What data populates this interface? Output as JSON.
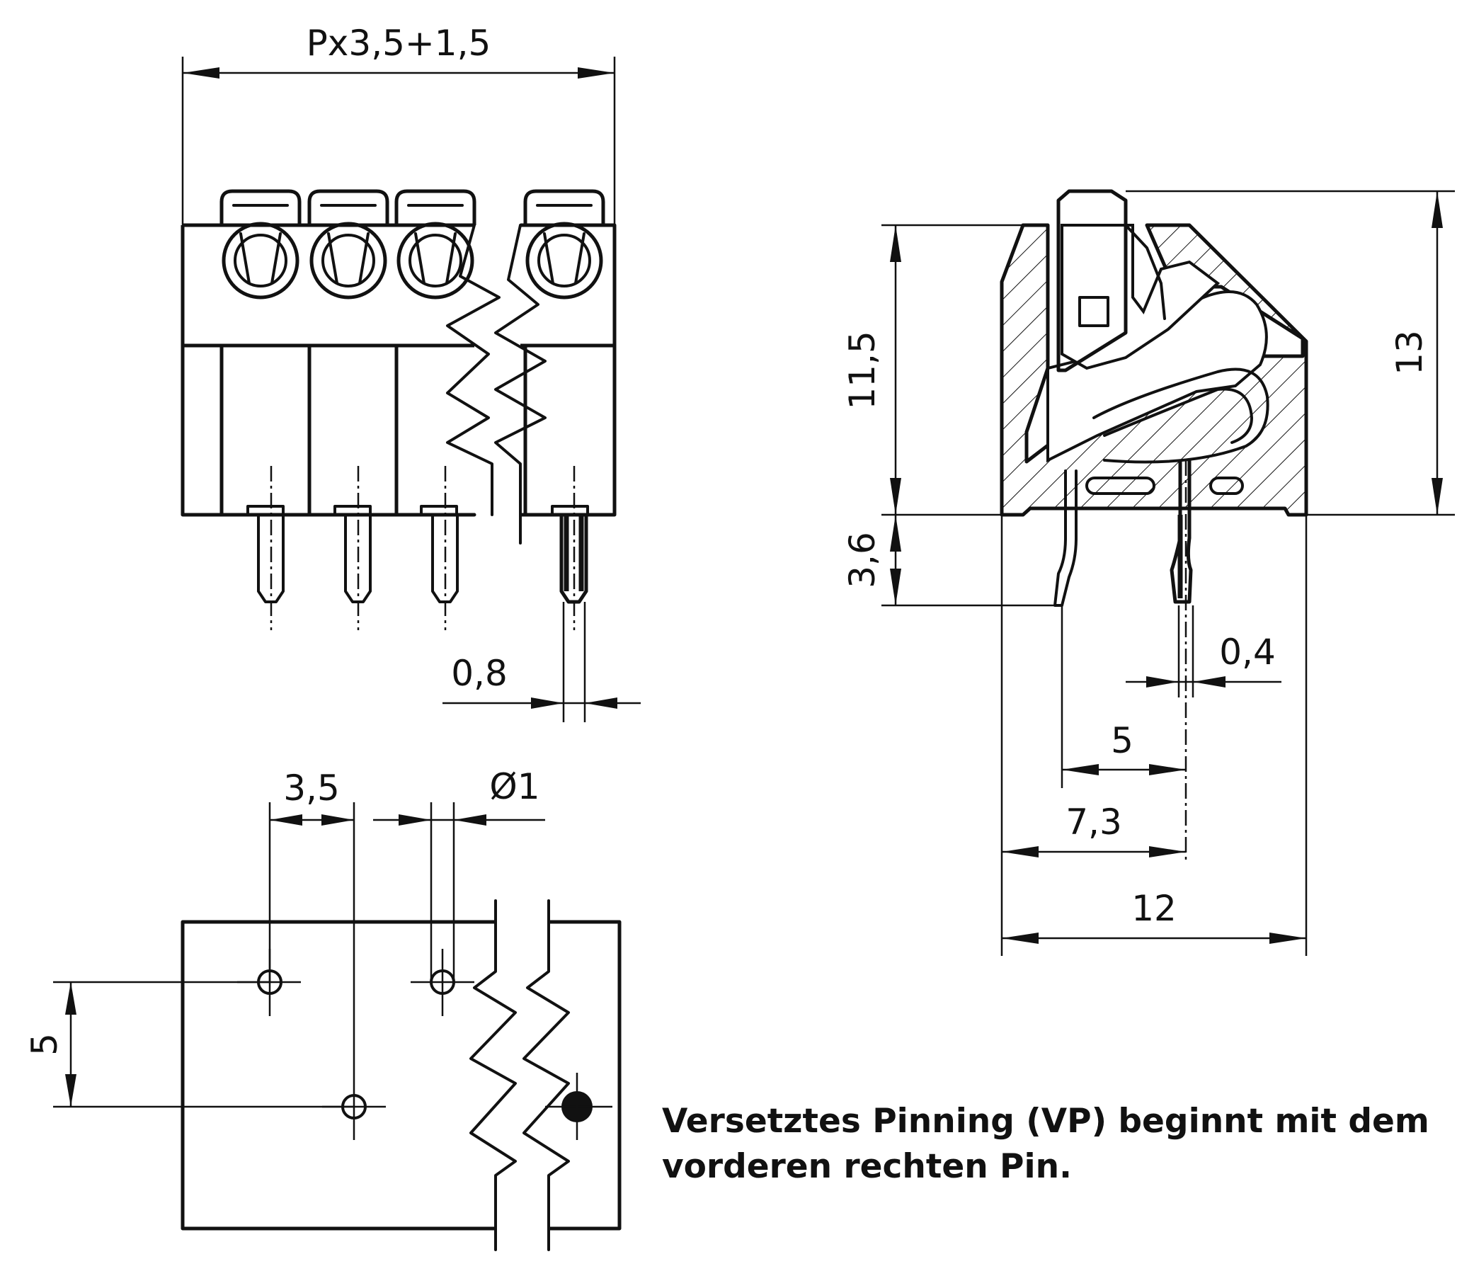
{
  "dimensions": {
    "front_width": "Px3,5+1,5",
    "pin_width": "0,8",
    "side_height": "11,5",
    "side_total_height": "13",
    "pin_length": "3,6",
    "pin_thickness": "0,4",
    "pin_offset_5": "5",
    "pin_offset_7_3": "7,3",
    "side_depth": "12",
    "pitch": "3,5",
    "hole_diameter": "Ø1",
    "row_offset": "5"
  },
  "note": {
    "line1": "Versetztes Pinning (VP) beginnt mit dem",
    "line2": "vorderen rechten Pin."
  }
}
